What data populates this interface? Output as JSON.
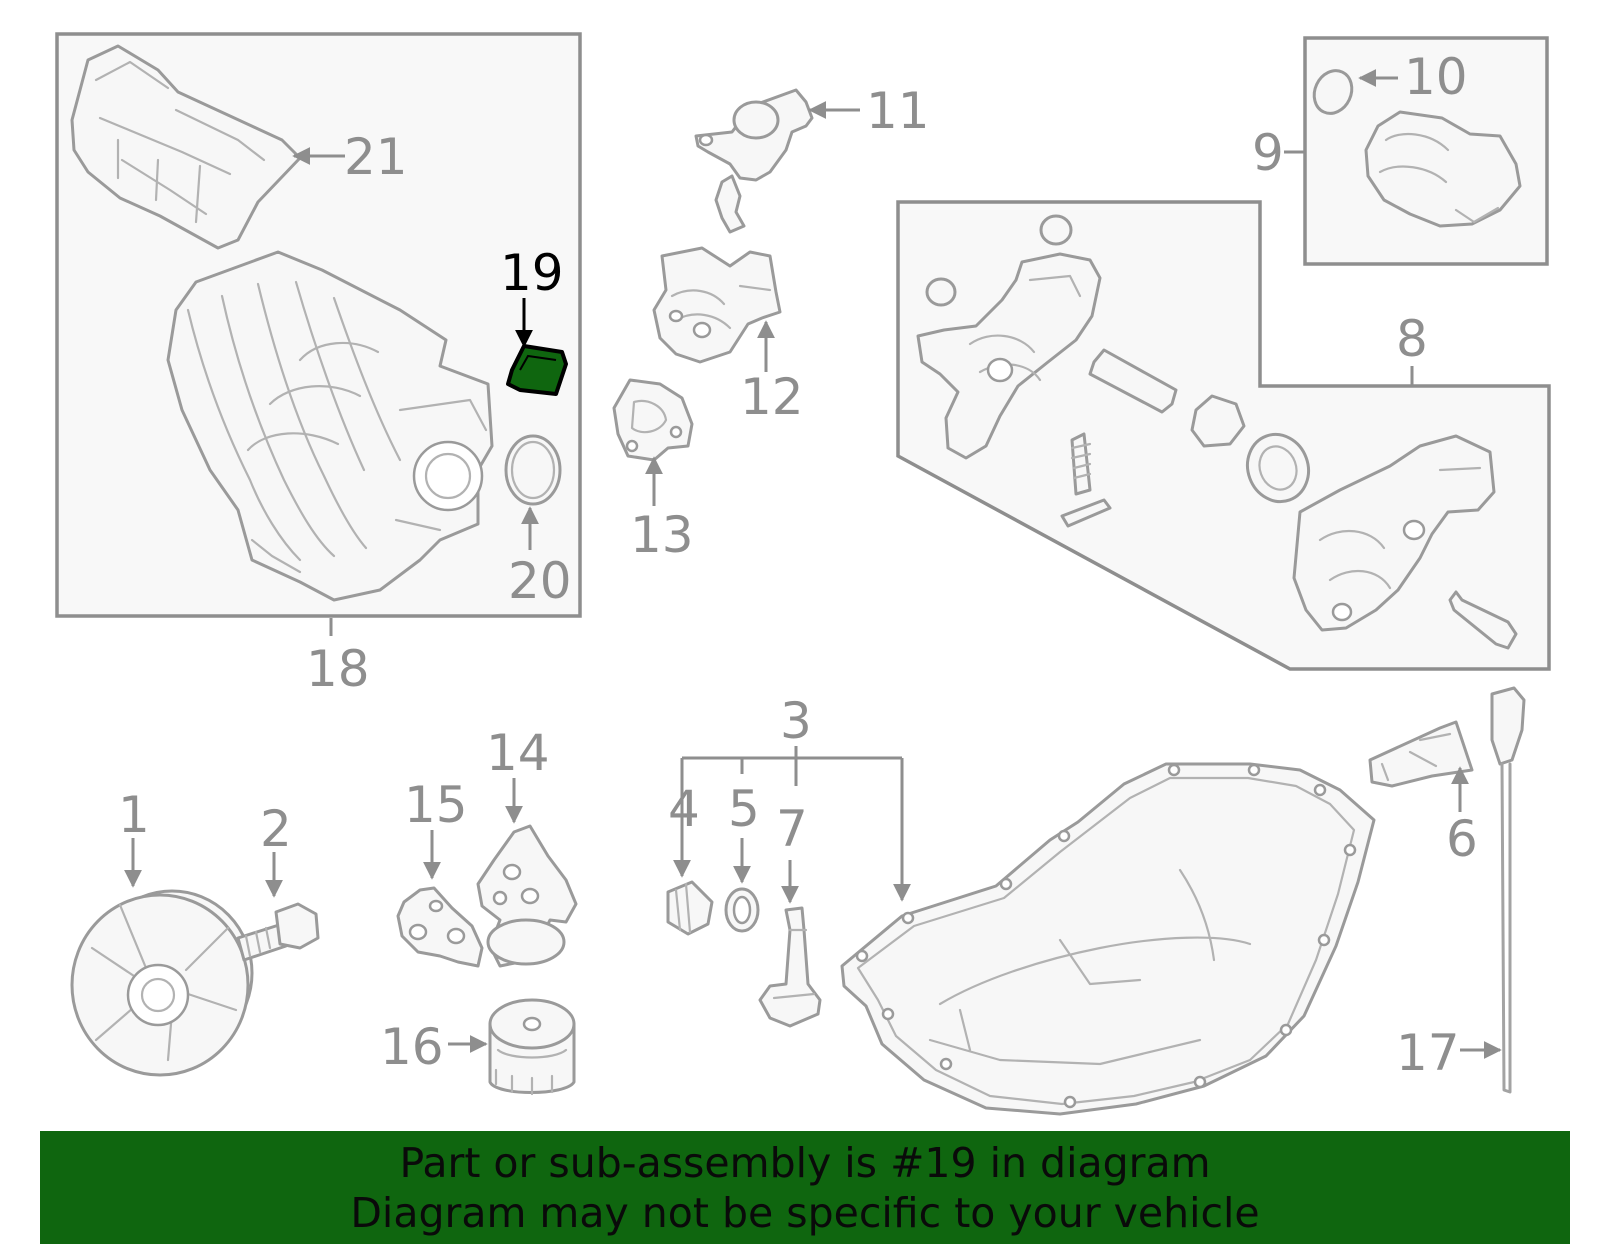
{
  "callouts": {
    "c1": "1",
    "c2": "2",
    "c3": "3",
    "c4": "4",
    "c5": "5",
    "c6": "6",
    "c7": "7",
    "c8": "8",
    "c9": "9",
    "c10": "10",
    "c11": "11",
    "c12": "12",
    "c13": "13",
    "c14": "14",
    "c15": "15",
    "c16": "16",
    "c17": "17",
    "c18": "18",
    "c19": "19",
    "c20": "20",
    "c21": "21"
  },
  "highlighted_part": "19",
  "colors": {
    "highlight": "#0f660f",
    "banner_background": "#0f660f",
    "line_art": "#9a9a9a",
    "callout_text": "#8e8e8e"
  },
  "banner": {
    "line1": "Part or sub-assembly is #19 in diagram",
    "line2": "Diagram may not be specific to your vehicle"
  }
}
